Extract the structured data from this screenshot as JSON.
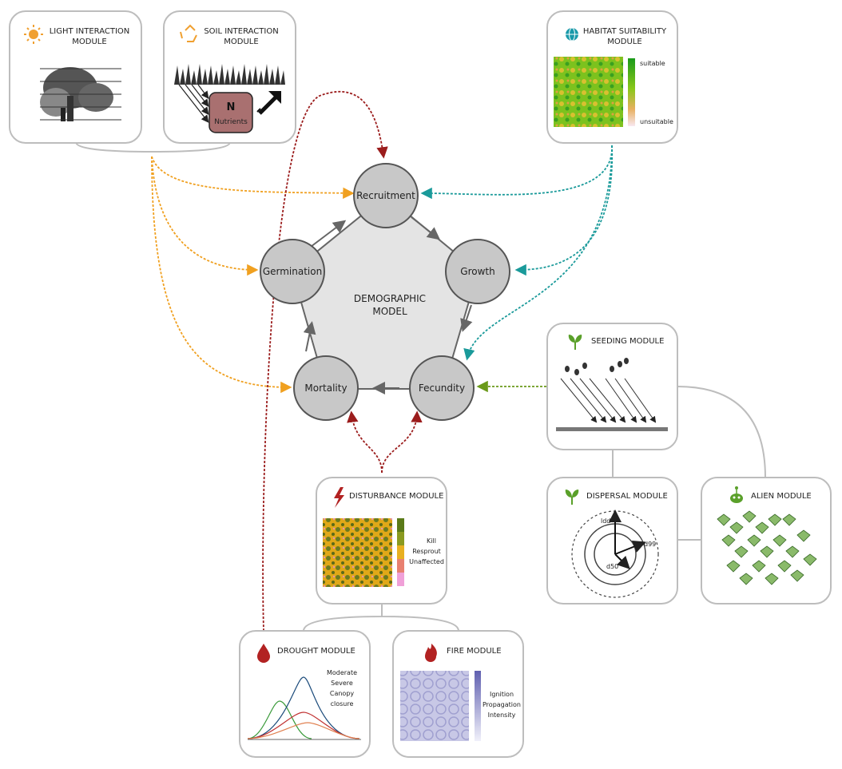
{
  "center": {
    "line1": "DEMOGRAPHIC",
    "line2": "MODEL"
  },
  "nodes": {
    "recruitment": "Recruitment",
    "growth": "Growth",
    "fecundity": "Fecundity",
    "mortality": "Mortality",
    "germination": "Germination"
  },
  "modules": {
    "light": {
      "line1": "LIGHT INTERACTION",
      "line2": "MODULE"
    },
    "soil": {
      "line1": "SOIL INTERACTION",
      "line2": "MODULE",
      "nutrient_symbol": "N",
      "nutrient_label": "Nutrients"
    },
    "habitat": {
      "line1": "HABITAT SUITABILITY",
      "line2": "MODULE",
      "legend_top": "suitable",
      "legend_bottom": "unsuitable"
    },
    "seeding": {
      "title": "SEEDING MODULE"
    },
    "dispersal": {
      "title": "DISPERSAL MODULE",
      "ldd": "ldd",
      "d99": "d99",
      "d50": "d50"
    },
    "alien": {
      "title": "ALIEN MODULE"
    },
    "disturbance": {
      "title": "DISTURBANCE MODULE",
      "legend": [
        "Kill",
        "Resprout",
        "Unaffected"
      ]
    },
    "drought": {
      "title": "DROUGHT MODULE",
      "legend": [
        "Moderate",
        "Severe",
        "Canopy",
        "closure"
      ]
    },
    "fire": {
      "title": "FIRE MODULE",
      "legend": [
        "Ignition",
        "Propagation",
        "Intensity"
      ]
    }
  },
  "colors": {
    "node_fill": "#c8c8c8",
    "node_stroke": "#555555",
    "pentagon_fill": "#e4e4e4",
    "box_stroke": "#bdbdbd",
    "light_arrow": "#f0a020",
    "habitat_arrow": "#1a9a9a",
    "disturbance_arrow": "#9b1c1c",
    "seeding_arrow": "#6a9a1a"
  }
}
